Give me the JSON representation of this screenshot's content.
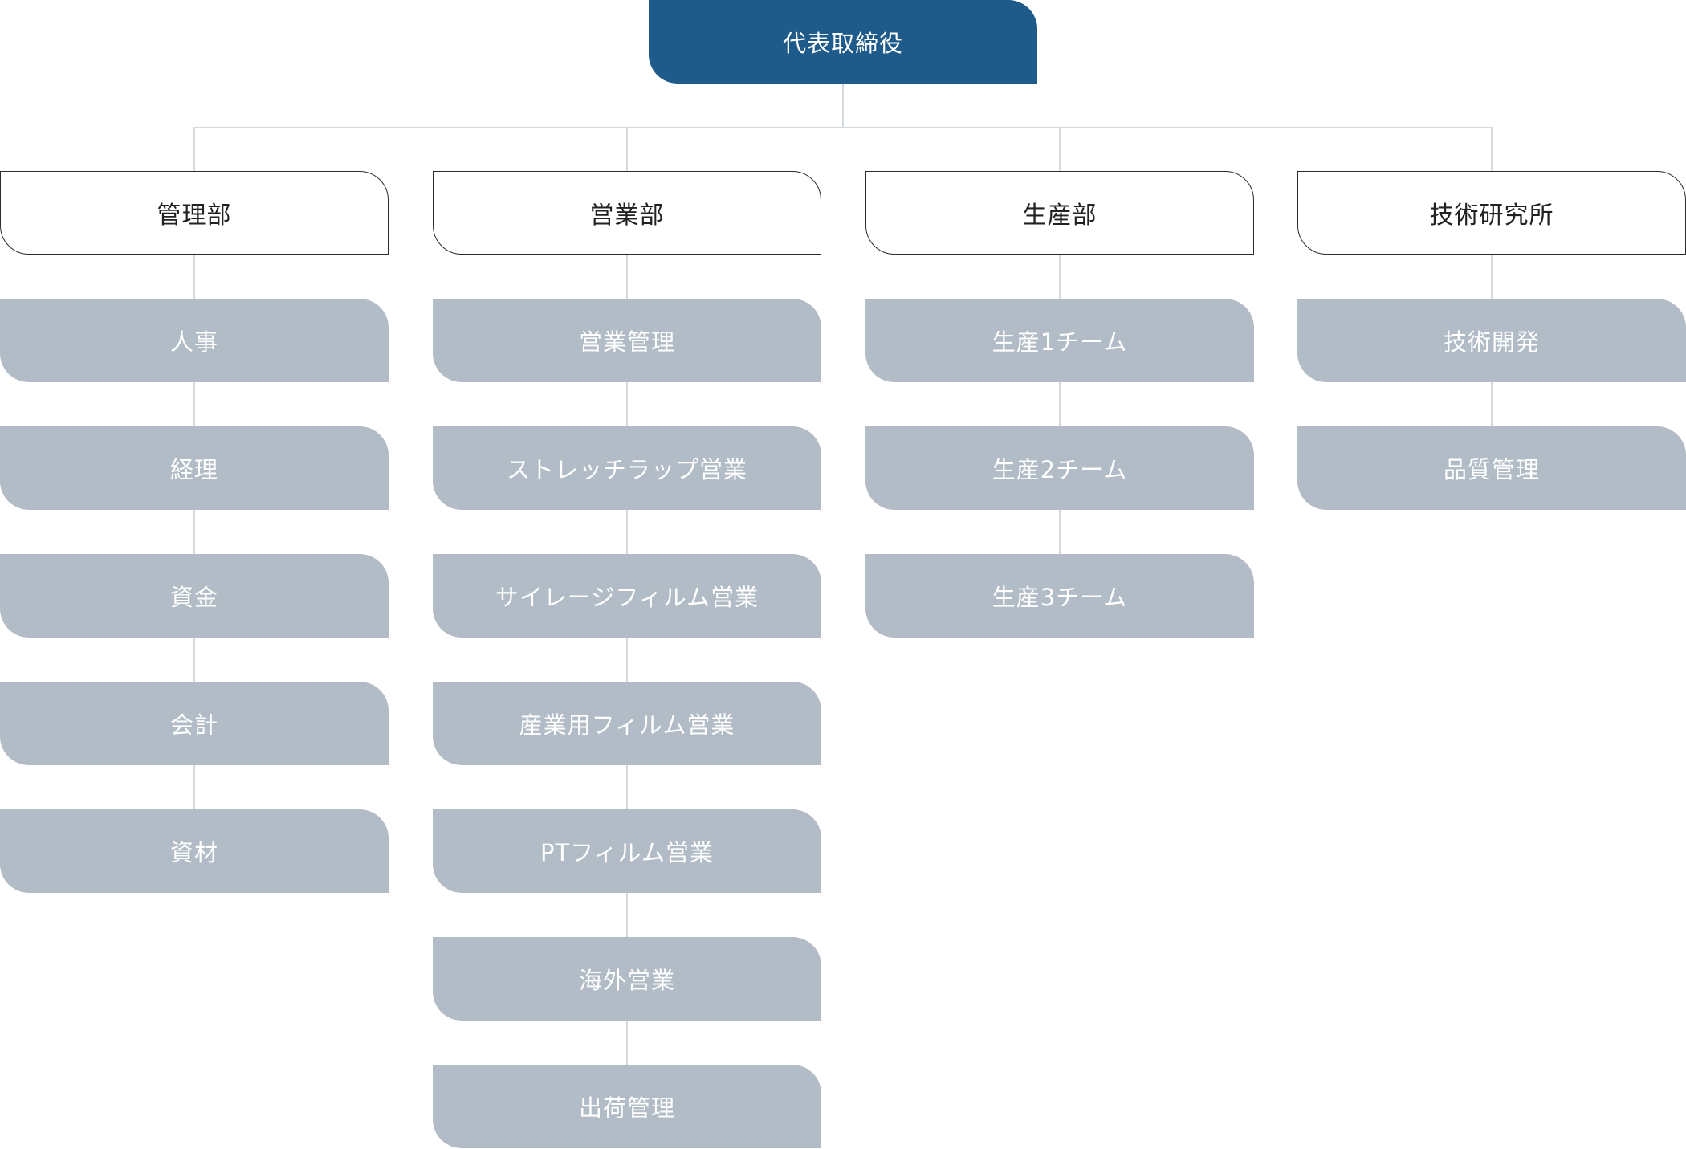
{
  "root": {
    "label": "代表取締役",
    "color": "#1e5a8a"
  },
  "departments": [
    {
      "label": "管理部",
      "units": [
        "人事",
        "経理",
        "資金",
        "会計",
        "資材"
      ]
    },
    {
      "label": "営業部",
      "units": [
        "営業管理",
        "ストレッチラップ営業",
        "サイレージフィルム営業",
        "産業用フィルム営業",
        "PTフィルム営業",
        "海外営業",
        "出荷管理"
      ]
    },
    {
      "label": "生産部",
      "units": [
        "生産1チーム",
        "生産2チーム",
        "生産3チーム"
      ]
    },
    {
      "label": "技術研究所",
      "units": [
        "技術開発",
        "品質管理"
      ]
    }
  ],
  "colors": {
    "root_fill": "#1e5a8a",
    "dept_border": "#2b2b2b",
    "unit_fill": "#b2bcc6",
    "connector": "#d4d9de"
  }
}
